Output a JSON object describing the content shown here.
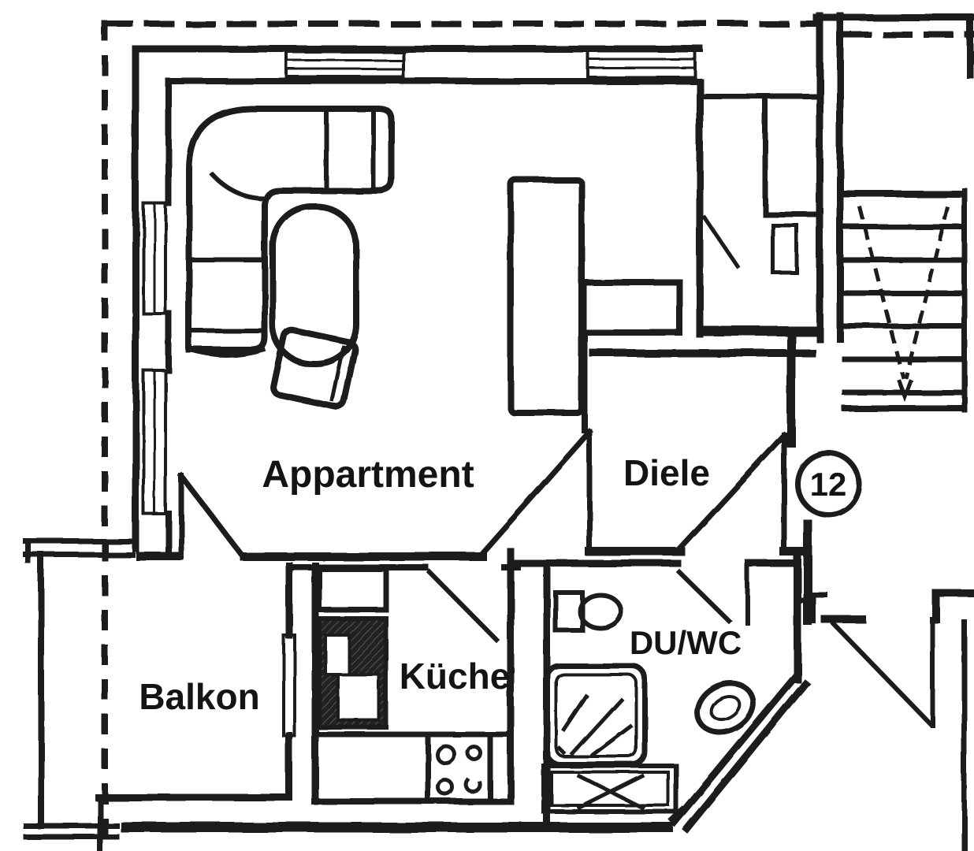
{
  "meta": {
    "title": "Grundriss Appartment",
    "type": "floor-plan"
  },
  "unit": {
    "number": "12"
  },
  "rooms": {
    "living": {
      "label": "Appartment"
    },
    "hall": {
      "label": "Diele"
    },
    "balcony": {
      "label": "Balkon"
    },
    "kitchen": {
      "label": "Küche"
    },
    "bathroom": {
      "label": "DU/WC"
    }
  },
  "colors": {
    "ink": "#1a1a1a",
    "background": "#ffffff"
  }
}
